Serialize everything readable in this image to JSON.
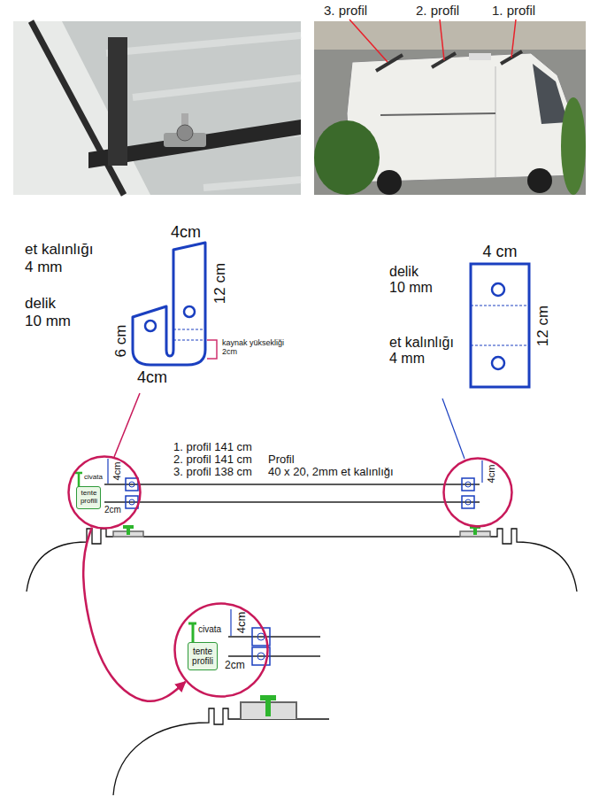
{
  "diagram": {
    "nodes": [
      {
        "text": [
          "civata",
          "4cm",
          "2cm"
        ]
      },
      {
        "text": [
          "tente profili"
        ],
        "in": 0
      },
      {
        "text": [
          "4cm"
        ]
      },
      {
        "text": [
          "civata",
          "4cm",
          "2cm"
        ]
      },
      {
        "text": [
          "tente profili"
        ],
        "in": 3
      }
    ],
    "edges": [
      {
        "from": 0,
        "to": 3,
        "arrow": "to"
      }
    ],
    "labels": [
      "3. profil",
      "2. profil",
      "1. profil",
      "4cm",
      "et kalınlığı 4 mm",
      "delik 10 mm",
      "12 cm",
      "kaynak yüksekliği 2cm",
      "6 cm",
      "4cm",
      "4 cm",
      "delik 10 mm",
      "12 cm",
      "et kalınlığı 4 mm",
      "1. profil 141 cm",
      "2. profil 141 cm",
      "3. profil 138 cm",
      "Profil",
      "40 x 20, 2mm et kalınlığı"
    ]
  }
}
